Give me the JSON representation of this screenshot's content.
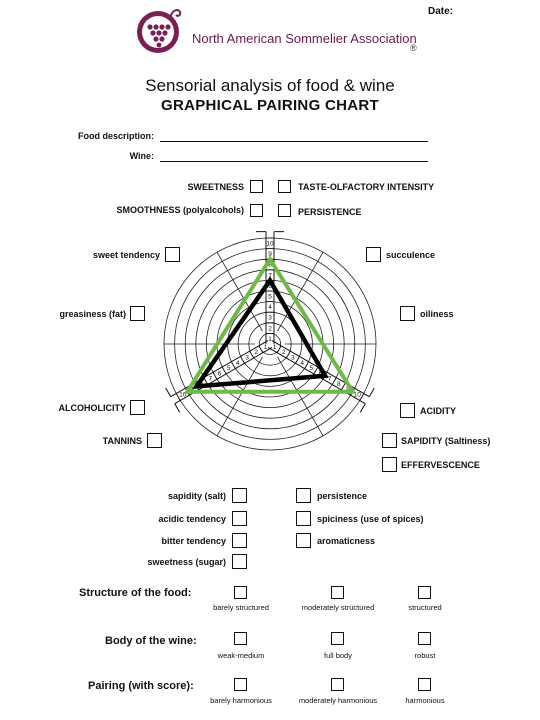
{
  "header": {
    "date_label": "Date:",
    "org_name": "North American Sommelier Association",
    "registered": "®",
    "title": "Sensorial analysis of food & wine",
    "subtitle": "GRAPHICAL PAIRING CHART"
  },
  "fields": {
    "food_description": "Food description:",
    "wine": "Wine:"
  },
  "wine_attributes": {
    "sweetness": "SWEETNESS",
    "smoothness": "SMOOTHNESS (polyalcohols)",
    "taste_olfactory": "TASTE-OLFACTORY INTENSITY",
    "persistence": "PERSISTENCE",
    "succulence": "succulence",
    "oiliness": "oiliness",
    "acidity": "ACIDITY",
    "sapidity": "SAPIDITY (Saltiness)",
    "effervescence": "EFFERVESCENCE",
    "tannins": "TANNINS",
    "alcoholicity": "ALCOHOLICITY",
    "greasiness": "greasiness (fat)",
    "sweet_tendency": "sweet tendency"
  },
  "food_attributes": {
    "sapidity_salt": "sapidity (salt)",
    "acidic_tendency": "acidic tendency",
    "bitter_tendency": "bitter tendency",
    "sweetness_sugar": "sweetness (sugar)",
    "persistence": "persistence",
    "spiciness": "spiciness (use of spices)",
    "aromaticness": "aromaticness"
  },
  "scale_ticks": [
    "1",
    "2",
    "3",
    "4",
    "5",
    "6",
    "7",
    "8",
    "9",
    "10"
  ],
  "chart_colors": {
    "food_triangle": "#6dbb45",
    "wine_triangle": "#000000",
    "logo": "#7a1f55"
  },
  "chart_data": {
    "type": "radar",
    "axes": [
      "up (0°)",
      "lower-left (240°)",
      "lower-right (120°)"
    ],
    "scale": [
      0,
      10
    ],
    "series": [
      {
        "values": [
          8,
          9,
          9
        ]
      },
      {
        "values": [
          6,
          8,
          6
        ]
      }
    ]
  },
  "summary": {
    "structure": {
      "label": "Structure of the food:",
      "options": [
        "barely structured",
        "moderately structured",
        "structured"
      ]
    },
    "body": {
      "label": "Body of the wine:",
      "options": [
        "weak-medium",
        "full body",
        "robust"
      ]
    },
    "pairing": {
      "label": "Pairing (with score):",
      "options": [
        "barely harmonious",
        "moderately harmonious",
        "harmonious"
      ]
    }
  }
}
